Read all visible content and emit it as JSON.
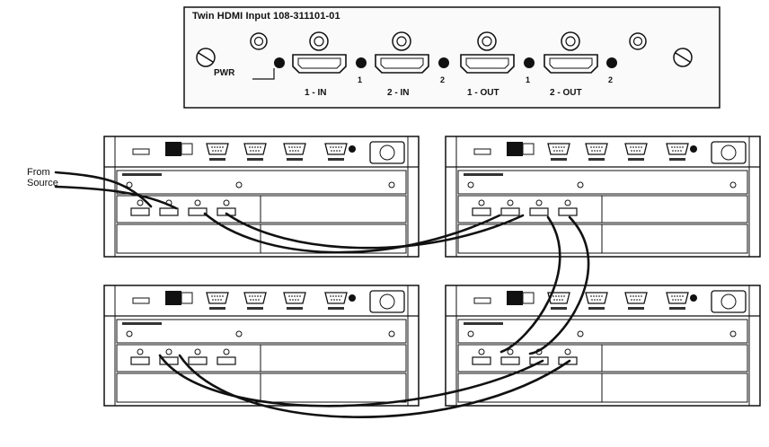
{
  "panel": {
    "title": "Twin HDMI Input 108-311101-01",
    "pwr_label": "PWR",
    "ports": [
      {
        "label": "1 - IN",
        "num": "1"
      },
      {
        "label": "2 - IN",
        "num": "2"
      },
      {
        "label": "1 - OUT",
        "num": "1"
      },
      {
        "label": "2 - OUT",
        "num": "2"
      }
    ]
  },
  "source_label": {
    "line1": "From",
    "line2": "Source"
  },
  "colors": {
    "line": "#111111",
    "bg": "#ffffff",
    "panel_fill": "#f4f4f4"
  },
  "units": [
    {
      "id": "projector-top-left"
    },
    {
      "id": "projector-top-right"
    },
    {
      "id": "projector-bottom-left"
    },
    {
      "id": "projector-bottom-right"
    }
  ]
}
